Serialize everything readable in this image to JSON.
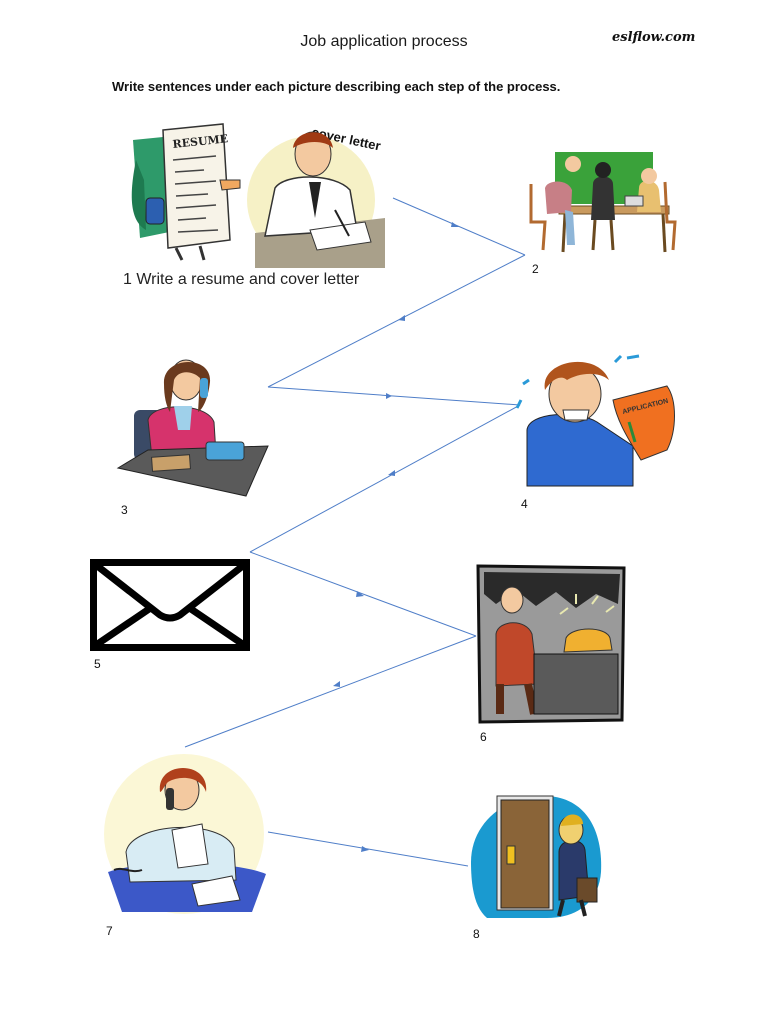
{
  "document": {
    "title": "Job application process",
    "brand": "eslflow.com",
    "instructions": "Write sentences under each picture describing each step of the process."
  },
  "steps": [
    {
      "number": "1",
      "caption": "1 Write a resume and cover letter",
      "image_labels": [
        "RESUME",
        "cover letter"
      ]
    },
    {
      "number": "2"
    },
    {
      "number": "3"
    },
    {
      "number": "4",
      "image_label": "APPLICATION"
    },
    {
      "number": "5"
    },
    {
      "number": "6"
    },
    {
      "number": "7"
    },
    {
      "number": "8"
    }
  ],
  "colors": {
    "connector": "#4f7ec8",
    "chalkboard": "#3aa23a",
    "application_sheet": "#f07020",
    "sweater": "#2f6ad0"
  }
}
